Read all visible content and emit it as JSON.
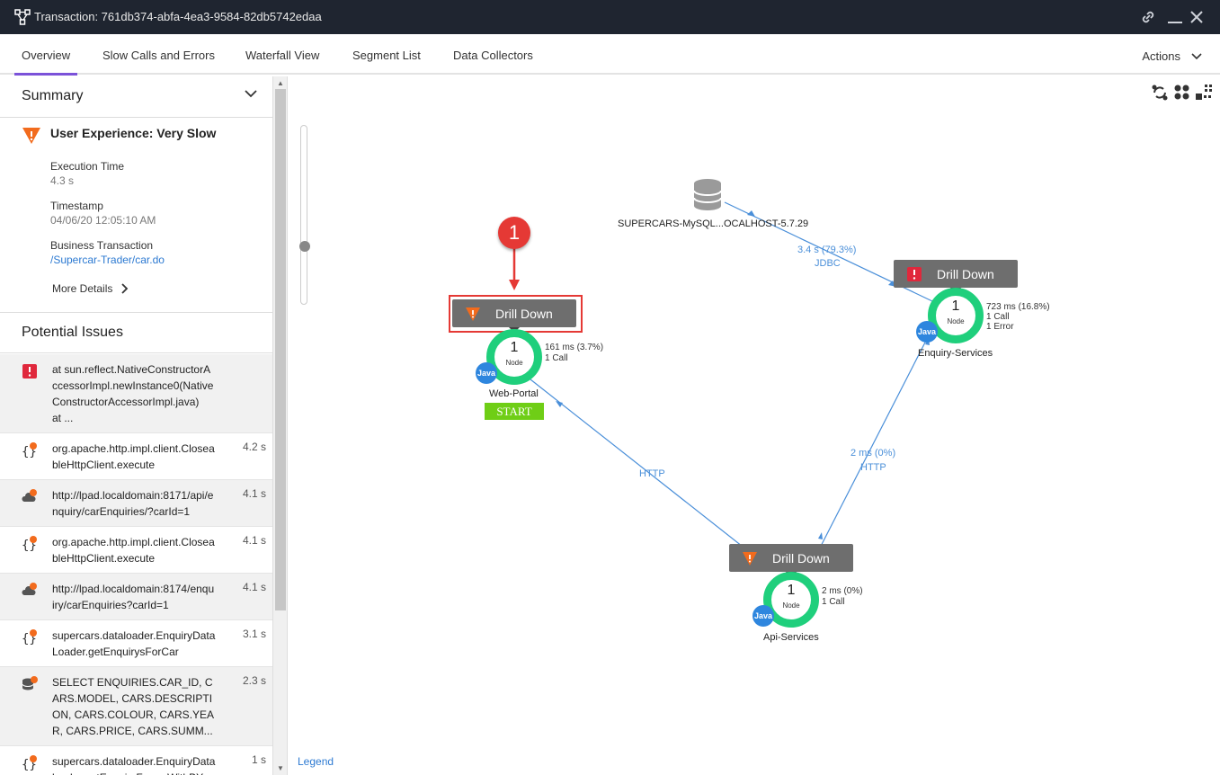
{
  "window": {
    "title": "Transaction: 761db374-abfa-4ea3-9584-82db5742edaa"
  },
  "tabs": [
    {
      "label": "Overview"
    },
    {
      "label": "Slow Calls and Errors"
    },
    {
      "label": "Waterfall View"
    },
    {
      "label": "Segment List"
    },
    {
      "label": "Data Collectors"
    }
  ],
  "actions_label": "Actions",
  "summary": {
    "heading": "Summary",
    "user_experience": "User Experience: Very Slow",
    "execution_time_label": "Execution Time",
    "execution_time": "4.3 s",
    "timestamp_label": "Timestamp",
    "timestamp": "04/06/20 12:05:10 AM",
    "bt_label": "Business Transaction",
    "bt_value": "/Supercar-Trader/car.do",
    "more_details": "More Details"
  },
  "potential_issues": {
    "heading": "Potential Issues",
    "items": [
      {
        "icon": "error-icon",
        "text": "at sun.reflect.NativeConstructorAccessorImpl.newInstance0(NativeConstructorAccessorImpl.java)\nat ...",
        "duration": ""
      },
      {
        "icon": "code-warning-icon",
        "text": "org.apache.http.impl.client.CloseableHttpClient.execute",
        "duration": "4.2 s"
      },
      {
        "icon": "cloud-warning-icon",
        "text": "http://lpad.localdomain:8171/api/enquiry/carEnquiries/?carId=1",
        "duration": "4.1 s"
      },
      {
        "icon": "code-warning-icon",
        "text": "org.apache.http.impl.client.CloseableHttpClient.execute",
        "duration": "4.1 s"
      },
      {
        "icon": "cloud-warning-icon",
        "text": "http://lpad.localdomain:8174/enquiry/carEnquiries?carId=1",
        "duration": "4.1 s"
      },
      {
        "icon": "code-warning-icon",
        "text": "supercars.dataloader.EnquiryDataLoader.getEnquirysForCar",
        "duration": "3.1 s"
      },
      {
        "icon": "db-warning-icon",
        "text": "SELECT ENQUIRIES.CAR_ID, CARS.MODEL, CARS.DESCRIPTION, CARS.COLOUR, CARS.YEAR, CARS.PRICE, CARS.SUMM...",
        "duration": "2.3 s"
      },
      {
        "icon": "code-warning-icon",
        "text": "supercars.dataloader.EnquiryDataloader.getEnquiryForcarWithBY",
        "duration": "1 s"
      }
    ]
  },
  "flowmap": {
    "drill_down_label": "Drill Down",
    "node_count_sub": "Node",
    "java_label": "Java",
    "start_label": "START",
    "legend_label": "Legend",
    "callout_number": "1",
    "nodes": {
      "web_portal": {
        "name": "Web-Portal",
        "count": "1",
        "time": "161 ms (3.7%)",
        "calls": "1 Call"
      },
      "enquiry_services": {
        "name": "Enquiry-Services",
        "count": "1",
        "time": "723 ms (16.8%)",
        "calls": "1 Call",
        "errors": "1 Error"
      },
      "api_services": {
        "name": "Api-Services",
        "count": "1",
        "time": "2 ms (0%)",
        "calls": "1 Call"
      }
    },
    "database": {
      "name": "SUPERCARS-MySQL...OCALHOST-5.7.29"
    },
    "edges": {
      "jdbc_time": "3.4 s (79.3%)",
      "jdbc_type": "JDBC",
      "web_to_api_type": "HTTP",
      "api_to_enquiry_time": "2 ms (0%)",
      "api_to_enquiry_type": "HTTP"
    }
  },
  "colors": {
    "title_bar": "#1f2530",
    "tab_accent": "#7b52d9",
    "node_ring": "#1fcf7c",
    "edge": "#4a8fd9",
    "warning": "#f26b1d",
    "error": "#e0283c",
    "start": "#6fce16",
    "callout": "#e53935"
  }
}
